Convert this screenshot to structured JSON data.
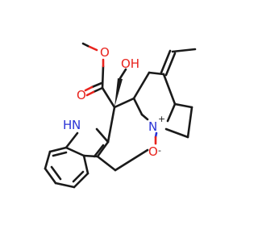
{
  "molecule": {
    "atoms": {
      "methoxy_o": "O",
      "carbonyl_o": "O",
      "hydroxyl": "OH",
      "indole_nh": "H",
      "indole_n": "N",
      "amine_n": "N",
      "n_plus": "+",
      "oxide_o": "O",
      "o_minus": "-"
    }
  },
  "colors": {
    "bond": "#1a1a1a",
    "oxygen": "#e8231d",
    "nitrogen": "#2a33d6",
    "background": "#ffffff"
  }
}
